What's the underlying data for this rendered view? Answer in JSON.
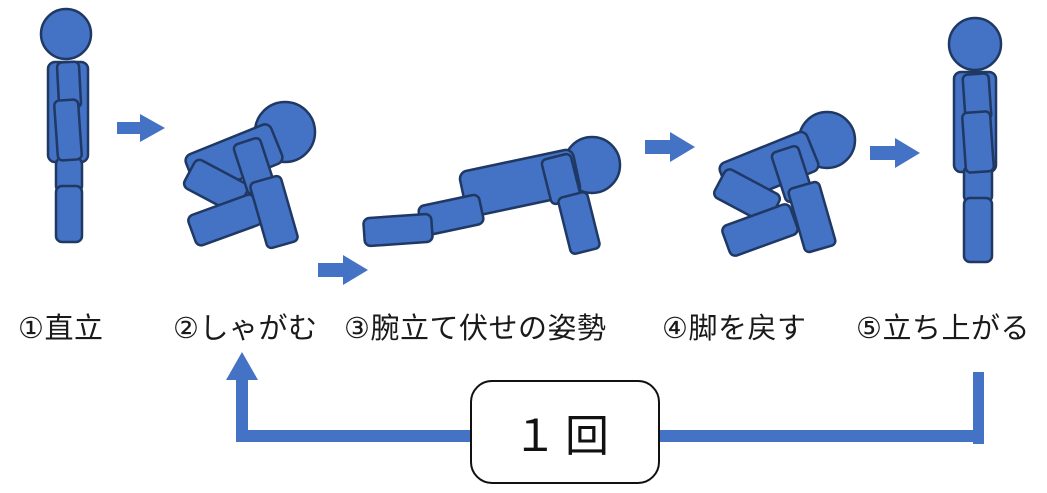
{
  "steps": [
    {
      "label": "①直立"
    },
    {
      "label": "②しゃがむ"
    },
    {
      "label": "③腕立て伏せの姿勢"
    },
    {
      "label": "④脚を戻す"
    },
    {
      "label": "⑤立ち上がる"
    }
  ],
  "cycle": {
    "label": "１回"
  },
  "colors": {
    "figure_fill": "#4472C4",
    "figure_stroke": "#1F3864",
    "arrow": "#4472C4"
  }
}
